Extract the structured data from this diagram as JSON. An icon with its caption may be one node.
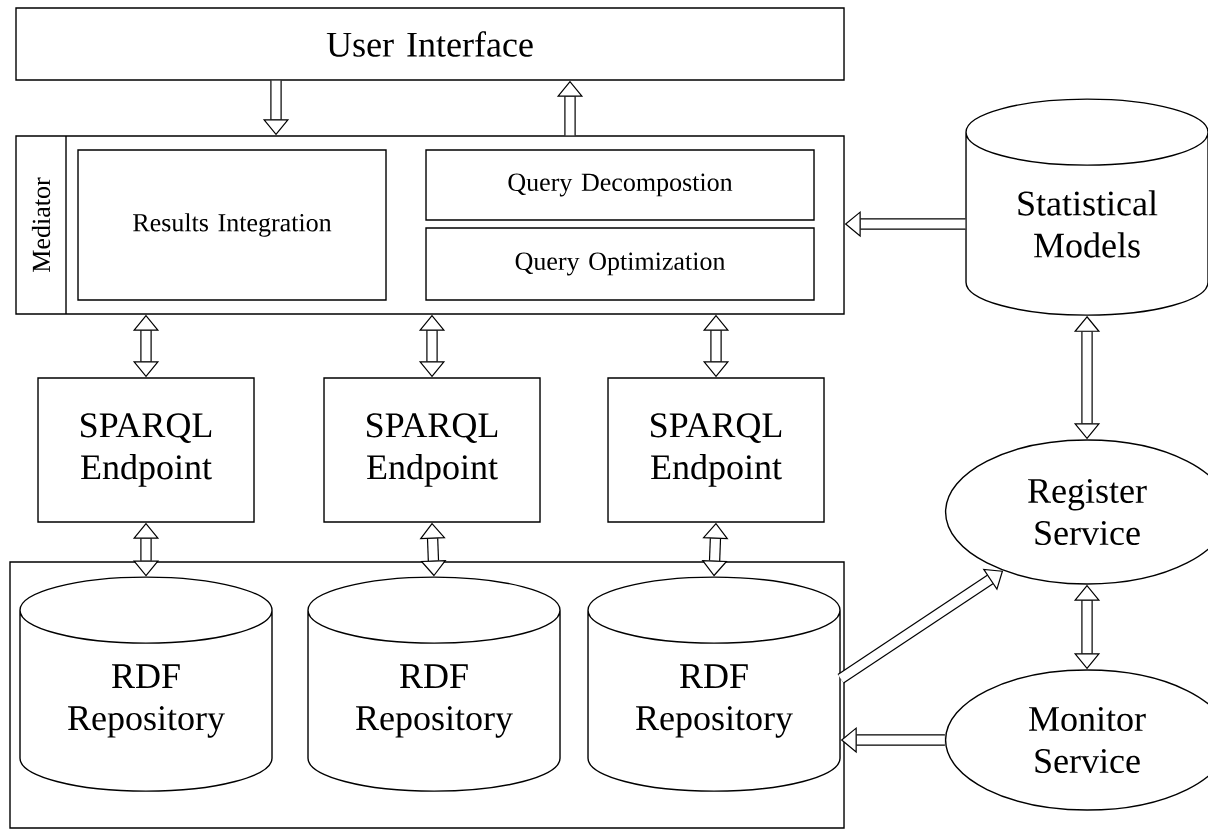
{
  "diagram": {
    "nodes": [
      {
        "text": [
          "User Interface"
        ]
      },
      {
        "text": [
          "Mediator"
        ]
      },
      {
        "text": [
          "Results Integration"
        ],
        "in": 1
      },
      {
        "text": [
          "Query Decompostion"
        ],
        "in": 1
      },
      {
        "text": [
          "Query Optimization"
        ],
        "in": 1
      },
      {
        "text": [
          "Statistical Models"
        ]
      },
      {
        "text": [
          "SPARQL Endpoint"
        ]
      },
      {
        "text": [
          "SPARQL Endpoint"
        ]
      },
      {
        "text": [
          "SPARQL Endpoint"
        ]
      },
      {
        "text": [],
        "shape": "box"
      },
      {
        "text": [
          "RDF Repository"
        ],
        "in": 9
      },
      {
        "text": [
          "RDF Repository"
        ],
        "in": 9
      },
      {
        "text": [
          "RDF Repository"
        ],
        "in": 9
      },
      {
        "text": [
          "Register Service"
        ]
      },
      {
        "text": [
          "Monitor Service"
        ]
      }
    ],
    "edges": [
      {
        "from": 0,
        "to": 1,
        "arrow": "to"
      },
      {
        "from": 1,
        "to": 0,
        "arrow": "to"
      },
      {
        "from": 1,
        "to": 6,
        "arrow": "both"
      },
      {
        "from": 1,
        "to": 7,
        "arrow": "both"
      },
      {
        "from": 1,
        "to": 8,
        "arrow": "both"
      },
      {
        "from": 5,
        "to": 1,
        "arrow": "to"
      },
      {
        "from": 6,
        "to": 10,
        "arrow": "both"
      },
      {
        "from": 7,
        "to": 11,
        "arrow": "both"
      },
      {
        "from": 8,
        "to": 12,
        "arrow": "both"
      },
      {
        "from": 12,
        "to": 13,
        "arrow": "to"
      },
      {
        "from": 5,
        "to": 13,
        "arrow": "both"
      },
      {
        "from": 13,
        "to": 14,
        "arrow": "both"
      },
      {
        "from": 14,
        "to": 12,
        "arrow": "to"
      }
    ]
  }
}
